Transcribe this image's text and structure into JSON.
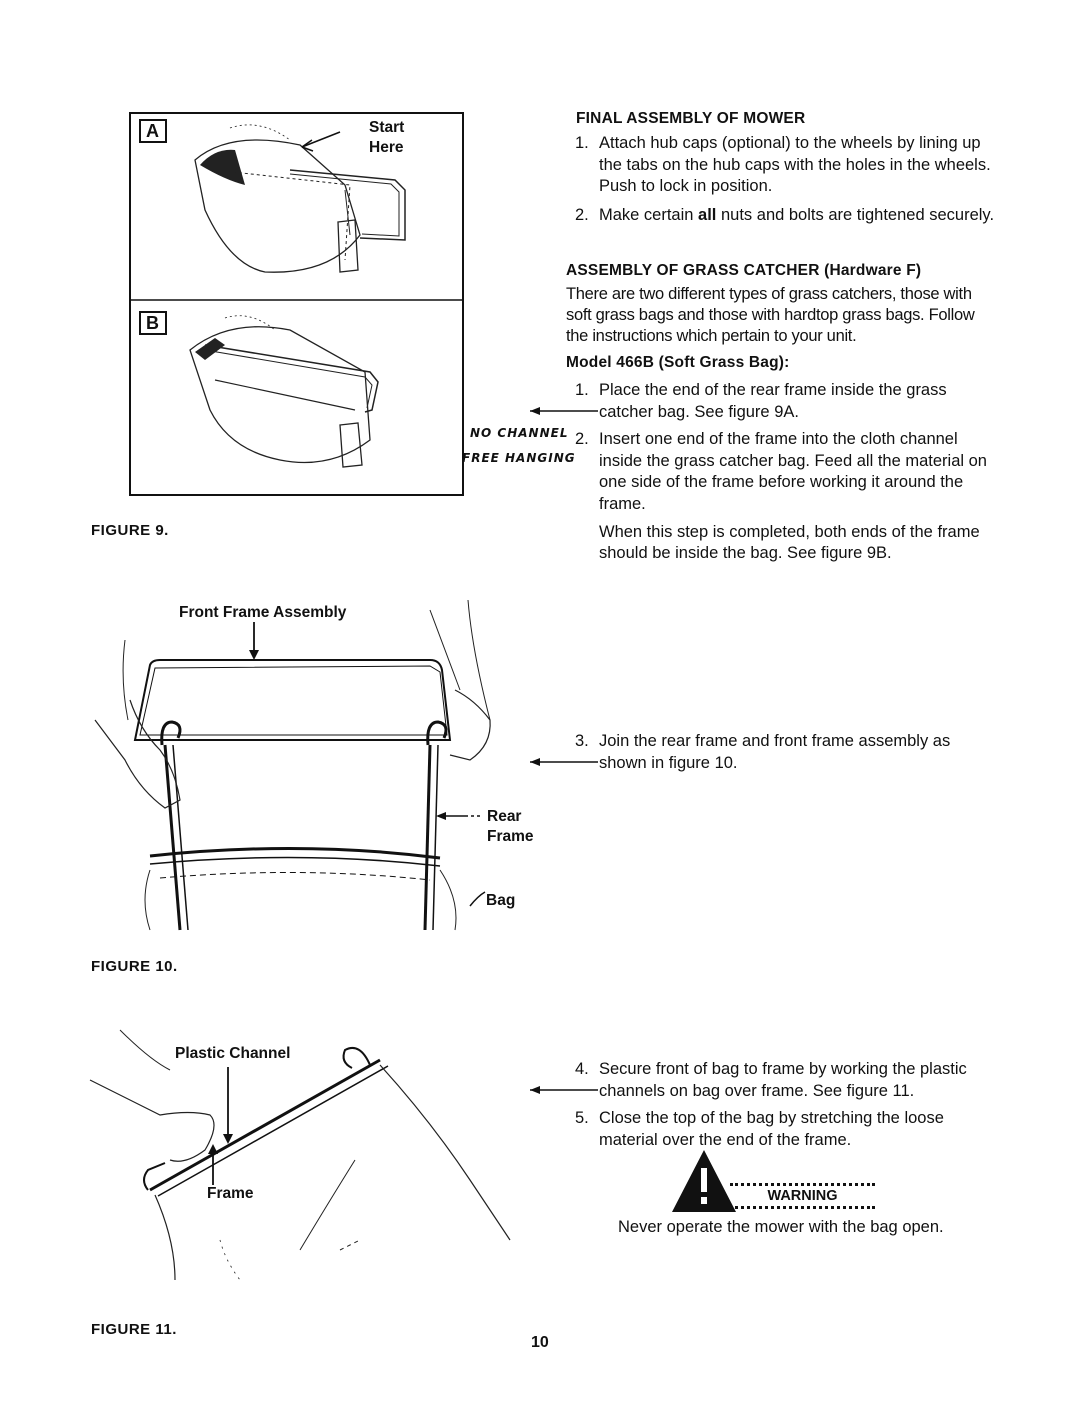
{
  "figure9": {
    "panel_a_letter": "A",
    "panel_b_letter": "B",
    "start_here_line1": "Start",
    "start_here_line2": "Here",
    "caption": "FIGURE 9."
  },
  "figure10": {
    "front_frame_label": "Front Frame Assembly",
    "rear_frame_line1": "Rear",
    "rear_frame_line2": "Frame",
    "bag_label": "Bag",
    "caption": "FIGURE 10."
  },
  "figure11": {
    "plastic_channel_label": "Plastic Channel",
    "frame_label": "Frame",
    "caption": "FIGURE 11."
  },
  "final_assembly": {
    "heading": "FINAL ASSEMBLY OF MOWER",
    "items": [
      {
        "num": "1.",
        "text": "Attach hub caps (optional) to the wheels by lining up the tabs on the hub caps with the holes in the wheels. Push to lock in position."
      },
      {
        "num": "2.",
        "pre": "Make certain ",
        "emph": "all",
        "post": " nuts and bolts are tightened securely."
      }
    ]
  },
  "grass_catcher": {
    "heading": "ASSEMBLY OF GRASS CATCHER (Hardware F)",
    "intro": "There are two different types of grass catchers, those with soft grass bags and those with hardtop grass bags. Follow the instructions which pertain to your unit.",
    "model_heading": "Model 466B (Soft Grass Bag):",
    "items": [
      {
        "num": "1.",
        "text": "Place the end of the rear frame inside the grass catcher bag. See figure 9A."
      },
      {
        "num": "2.",
        "text": "Insert one end of the frame into the cloth channel inside the grass catcher bag. Feed all the material on one side of the frame before working it around the frame."
      }
    ],
    "step2_note": "When this step is completed, both ends of the frame should be inside the bag. See figure 9B.",
    "item3": {
      "num": "3.",
      "text": "Join the rear frame and front frame assembly as shown in figure 10."
    },
    "item4": {
      "num": "4.",
      "text": "Secure front of bag to frame by working the plastic channels on bag over frame. See figure 11."
    },
    "item5": {
      "num": "5.",
      "text": "Close the top of the bag by stretching the loose material over the end of the frame."
    }
  },
  "handwritten": {
    "line1": "NO CHANNEL",
    "line2": "FREE HANGING"
  },
  "warning": {
    "label": "WARNING",
    "text": "Never operate the mower with the bag open."
  },
  "page_number": "10"
}
